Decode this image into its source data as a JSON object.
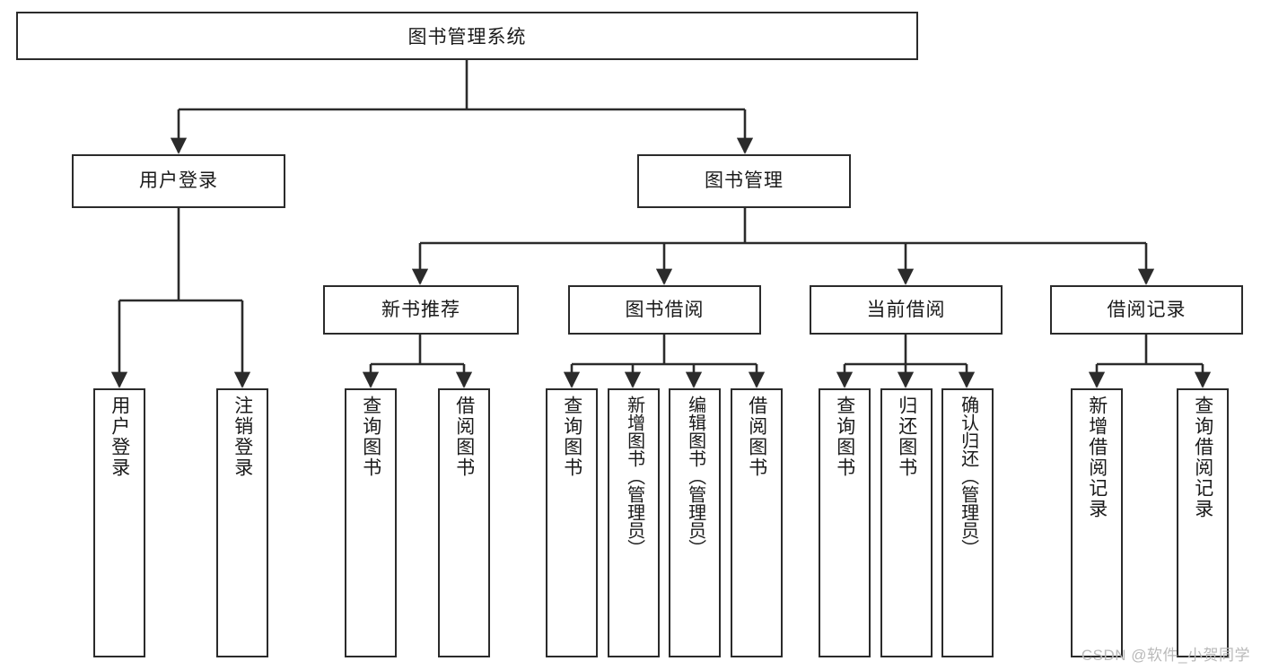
{
  "diagram": {
    "title": "图书管理系统",
    "type": "tree-hierarchy-diagram",
    "stroke_color": "#2b2b2b",
    "fill_color": "#ffffff",
    "text_color": "#1a1a1a"
  },
  "root": {
    "label": "图书管理系统"
  },
  "level2": [
    {
      "label": "用户登录"
    },
    {
      "label": "图书管理"
    }
  ],
  "level3": [
    {
      "label": "新书推荐"
    },
    {
      "label": "图书借阅"
    },
    {
      "label": "当前借阅"
    },
    {
      "label": "借阅记录"
    }
  ],
  "leaves": {
    "user_login": [
      {
        "label": "用户登录"
      },
      {
        "label": "注销登录"
      }
    ],
    "new_book_recommend": [
      {
        "label": "查询图书"
      },
      {
        "label": "借阅图书"
      }
    ],
    "book_borrow": [
      {
        "label": "查询图书"
      },
      {
        "label": "新增图书（管理员）"
      },
      {
        "label": "编辑图书（管理员）"
      },
      {
        "label": "借阅图书"
      }
    ],
    "current_borrow": [
      {
        "label": "查询图书"
      },
      {
        "label": "归还图书"
      },
      {
        "label": "确认归还（管理员）"
      }
    ],
    "borrow_record": [
      {
        "label": "新增借阅记录"
      },
      {
        "label": "查询借阅记录"
      }
    ]
  },
  "watermark": {
    "text": "CSDN @软件_小贺同学"
  }
}
